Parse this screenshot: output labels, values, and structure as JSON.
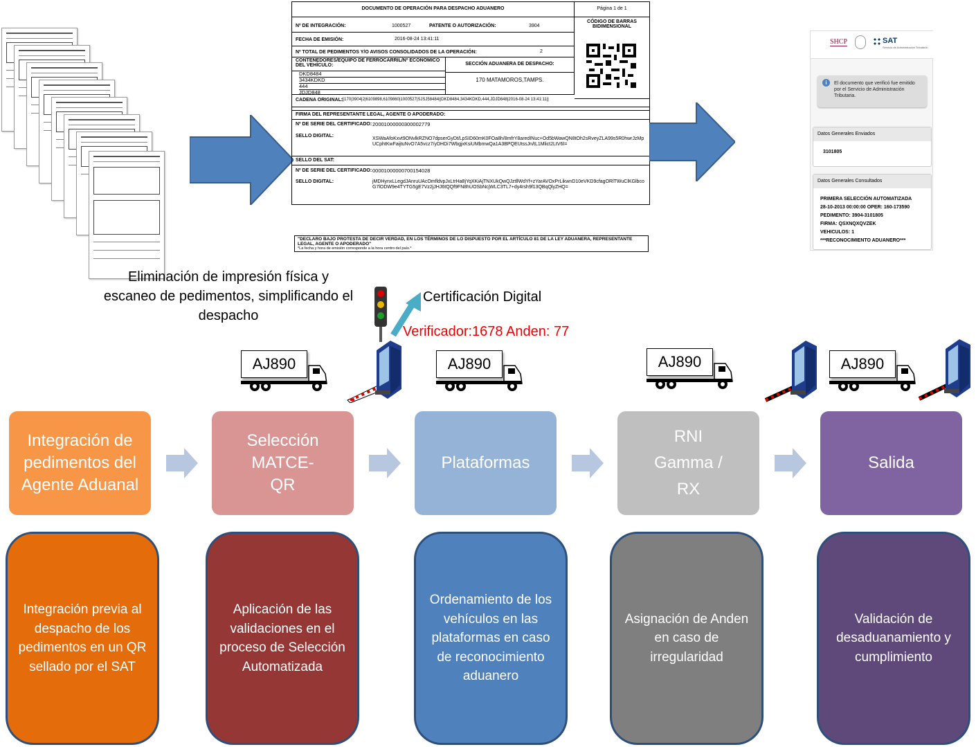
{
  "document": {
    "title": "DOCUMENTO DE OPERACIÓN PARA DESPACHO ADUANERO",
    "page": "Página 1 de 1",
    "integracion_label": "Nº DE INTEGRACIÓN:",
    "integracion_value": "1000527",
    "patente_label": "PATENTE O AUTORIZACIÓN:",
    "patente_value": "3904",
    "barcode_label": "CÓDIGO DE BARRAS BIDIMENSIONAL",
    "fecha_label": "FECHA DE EMISIÓN:",
    "fecha_value": "2016-08-24 13:41:11",
    "total_label": "Nº TOTAL DE PEDIMENTOS Y/O AVISOS CONSOLIDADOS DE LA OPERACIÓN:",
    "total_value": "2",
    "contenedores_label": "CONTENEDORES/EQUIPO DE FERROCARRIL/Nº ECONÓMICO DEL VEHÍCULO:",
    "contenedores": [
      "DKD8484",
      "3434KDKD",
      "444",
      "JDJD848"
    ],
    "seccion_label": "SECCIÓN ADUANERA DE DESPACHO:",
    "seccion_value": "170 MATAMOROS,TAMPS.",
    "cadena_label": "CADENA ORIGINAL:",
    "cadena_value": "||170|3904|2|6109898,6109860|1000527|SJSJ58484||DKD8484,3434KDKD,444,JDJD848|2016-08-24 13:41:11||",
    "firma_header": "FIRMA DEL REPRESENTANTE LEGAL, AGENTE O APODERADO:",
    "serie_label": "Nº DE SERIE DEL CERTIFICADO:",
    "serie1_value": "20001000000300002779",
    "sello_label": "SELLO DIGITAL:",
    "sello1_value": "XSWaAfoKxvt9ONvlkRZNO7dpserGyDt/LpSID60mK0FOa8h/8mfrY8aredINuc+Od5bWawQN8tOh2sRveyZLA99s5R0hwrJzMpUCphtKwFaijtuNvO7A5vcz7/yDHDi7WbgjxKsiUMbmwQa1A3BPQEUtssJn/tL1Mlict2LtV6I=",
    "sat_header": "SELLO DEL SAT:",
    "serie2_value": "00001000000700154028",
    "sello2_value": "jMDHynxLLegdJAnruUAcOmfldvpJxLtrHa8jYqXKiAjTNXUkQwQJztllWdYf+zYarAVOxPrLikwnD10eVKD9cfagORlTWuClKGlbcoG7lODW9e4TYTG5gE7Vz2jJHJ6tQQf9FN8hUOSbNcjWLC3TL7+dy4rsh9f13QBqQlyZHQ=",
    "declaro": "\"DECLARO BAJO PROTESTA DE DECIR VERDAD, EN LOS TÉRMINOS DE LO DISPUESTO POR EL ARTÍCULO 81 DE LA LEY ADUANERA, REPRESENTANTE LEGAL, AGENTE O APODERADO\"",
    "footnote": "*La fecha y hora de emisión corresponde a la hora centro del país.*"
  },
  "phone": {
    "shcp": "SHCP",
    "sat": "SAT",
    "sat_sub": "Servicio de Administración Tributaria",
    "alert": "El documento que verificó fue emitido por el Servicio de Administración Tributaria.",
    "enviados_title": "Datos Generales Enviados",
    "enviados_value": "3101805",
    "consultados_title": "Datos Generales Consultados",
    "consultados_lines": [
      "PRIMERA SELECCIÓN AUTOMATIZADA",
      "28-10-2013 00:00:00 OPER: 160-173590",
      "PEDIMENTO: 3904-3101805",
      "FIRMA: QSXNQXQVZEK",
      "VEHICULOS: 1",
      "***RECONOCIMIENTO ADUANERO***"
    ]
  },
  "notes": {
    "eliminacion": "Eliminación de impresión física y escaneo de pedimentos, simplificando el despacho",
    "certificacion": "Certificación Digital",
    "verificador": "Verificador:1678 Anden: 77"
  },
  "truck_plate": "AJ890",
  "stages": [
    {
      "label": "Integración de pedimentos del Agente Aduanal",
      "color": "#f79646",
      "desc": "Integración previa al despacho de los pedimentos en un QR sellado por el SAT",
      "desc_color": "#e46c0a"
    },
    {
      "label": "Selección MATCE-QR",
      "color": "#d99594",
      "desc": "Aplicación de las validaciones en el proceso de Selección Automatizada",
      "desc_color": "#953735"
    },
    {
      "label": "Plataformas",
      "color": "#95b3d7",
      "desc": "Ordenamiento de los vehículos en las plataformas en caso de reconocimiento aduanero",
      "desc_color": "#4f81bd"
    },
    {
      "label": "RNI Gamma / RX",
      "color": "#bfbfbf",
      "desc": "Asignación de Anden en caso de irregularidad",
      "desc_color": "#7f7f7f"
    },
    {
      "label": "Salida",
      "color": "#8064a2",
      "desc": "Validación de desaduanamiento y cumplimiento",
      "desc_color": "#5f497a"
    }
  ]
}
